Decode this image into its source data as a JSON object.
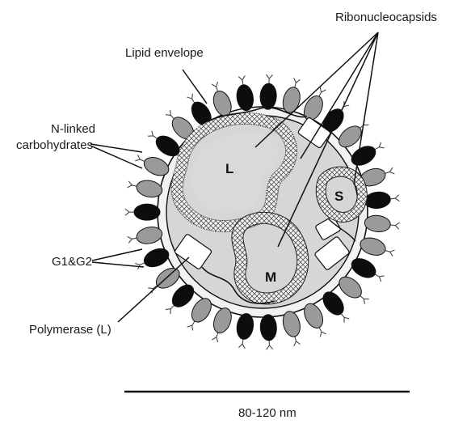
{
  "labels": {
    "ribonucleocapsids": "Ribonucleocapsids",
    "lipid_envelope": "Lipid envelope",
    "n_linked_line1": "N-linked",
    "n_linked_line2": "carbohydrates",
    "g1g2": "G1&G2",
    "polymerase": "Polymerase (L)",
    "scale": "80-120 nm"
  },
  "segments": {
    "large": "L",
    "medium": "M",
    "small": "S"
  },
  "colors": {
    "envelope_fill": "#f2f2f2",
    "interior_fill": "#d6d6d6",
    "glycoprotein_dark": "#0d0d0d",
    "glycoprotein_gray": "#9a9a9a",
    "stroke": "#111111"
  },
  "glycoprotein_pattern": [
    "dark",
    "gray",
    "gray",
    "dark",
    "gray",
    "dark",
    "gray",
    "dark",
    "gray",
    "gray",
    "dark",
    "gray",
    "dark",
    "gray",
    "gray",
    "dark",
    "dark",
    "gray",
    "gray",
    "dark",
    "gray",
    "dark",
    "gray",
    "dark",
    "gray",
    "gray",
    "dark",
    "gray",
    "dark",
    "gray",
    "dark"
  ]
}
